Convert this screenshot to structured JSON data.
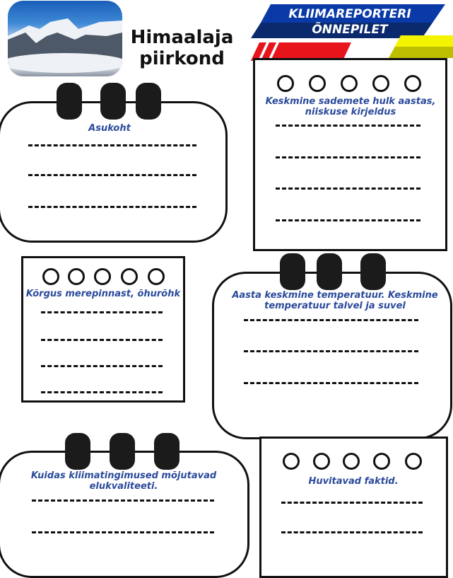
{
  "header": {
    "title_line1": "Himaalaja",
    "title_line2": "piirkond",
    "banner_line1": "KLIIMAREPORTERI",
    "banner_line2": "ÕNNEPILET",
    "image": "himalaya-mountains-photo",
    "colors": {
      "blue": "#0a3aa8",
      "navy": "#0b2a6e",
      "red": "#e8141c",
      "yellow": "#f4f400",
      "label": "#2a4a9a"
    }
  },
  "sections": {
    "location": {
      "label": "Asukoht"
    },
    "precipitation": {
      "label": "Keskmine sademete hulk aastas, niiskuse kirjeldus"
    },
    "altitude": {
      "label": "Kõrgus merepinnast, õhurõhk"
    },
    "temperature": {
      "label": "Aasta keskmine temperatuur.  Keskmine temperatuur talvel ja suvel"
    },
    "life": {
      "label": "Kuidas kliimatingimused mõjutavad elukvaliteeti."
    },
    "facts": {
      "label": "Huvitavad faktid."
    }
  }
}
